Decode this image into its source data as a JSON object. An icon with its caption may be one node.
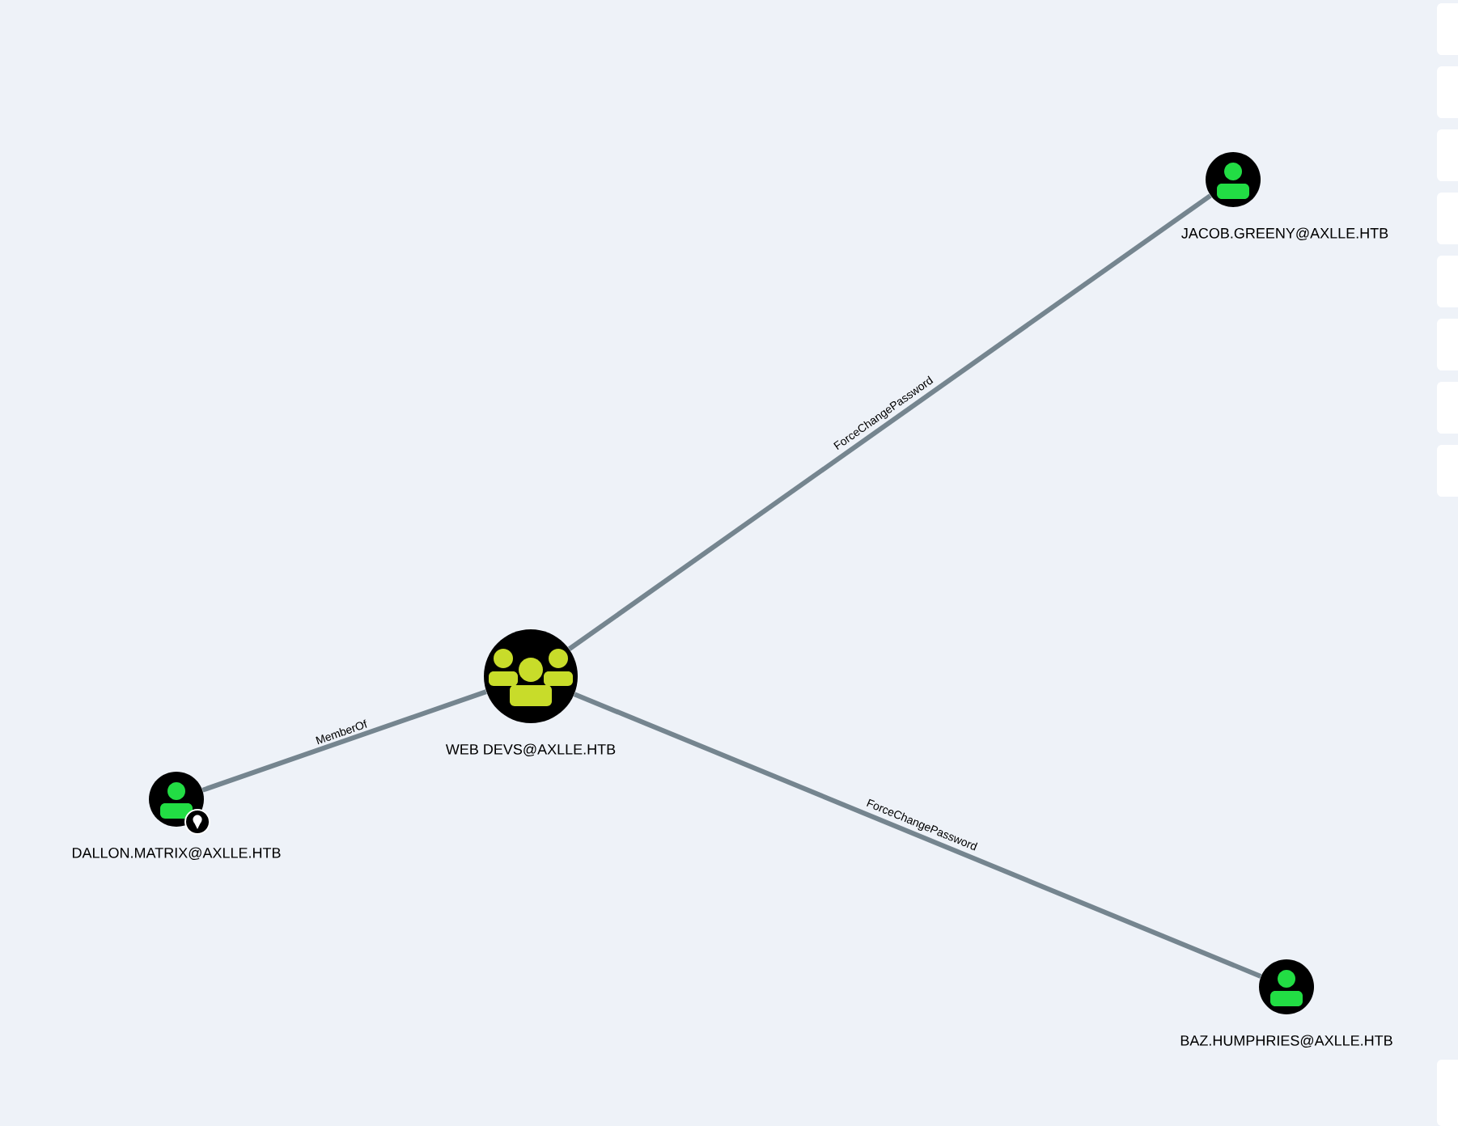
{
  "diagram": {
    "nodes": [
      {
        "text": [
          "WEB DEVS@AXLLE.HTB"
        ]
      },
      {
        "text": [
          "DALLON.MATRIX@AXLLE.HTB"
        ]
      },
      {
        "text": [
          "JACOB.GREENY@AXLLE.HTB"
        ]
      },
      {
        "text": [
          "BAZ.HUMPHRIES@AXLLE.HTB"
        ]
      }
    ],
    "edges": [
      {
        "from": 1,
        "to": 0,
        "arrow": "none",
        "label": "MemberOf"
      },
      {
        "from": 0,
        "to": 2,
        "arrow": "none",
        "label": "ForceChangePassword"
      },
      {
        "from": 0,
        "to": 3,
        "arrow": "none",
        "label": "ForceChangePassword"
      }
    ]
  }
}
